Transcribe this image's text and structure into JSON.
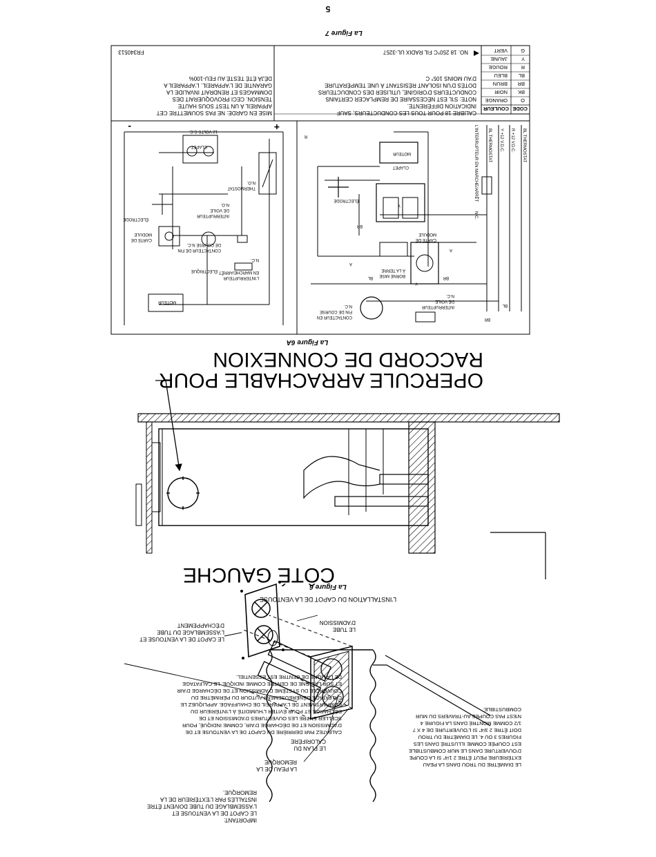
{
  "page_number": "5",
  "important_note": {
    "lines": [
      "IMPORTANT:",
      "LE CAPOT DE LA VENTOUSE ET",
      "L'ASSEMBLAGE DU TUBE DOIVENT ÊTRE",
      "INSTALLÉS PAR L'EXTÉRIEUR DE LA",
      "REMORQUE."
    ]
  },
  "fig6_labels": {
    "skin": [
      "LA PEAU DE LA",
      "REMORQUE"
    ],
    "plane": [
      "LE PLAN DU",
      "CALORIFÈRE"
    ],
    "caulk": [
      "CALFATEZ PAR DERRIÈRE DU CAPOT DE LA VENTOUSE ET DE",
      "D'ADMISSION ET DE DÉCHARGE D'AIR, COMME INDIQUÉ, POUR",
      "SCELLER ENTRE LES OUVERTURES D'ADMISSION ET DE",
      "DÉCHARGE ET POUR ÉVITER L'HUMIDITÉ À L'INTÉRIEUR DU",
      "COMPARTIMENT DE L'APPAREIL DE CHAUFFAGE. APPLIQUEZ LE",
      "CALFATAGE GÉNÉREUSEMENT AUTOUR DU PÉRIMÈTRE DU",
      "COUVERCLE DU SYSTÈME D'ADMISSION ET DE DÉCHARGE D'AIR",
      "ET SUR LA LIGNE DE CENTRE COMME INDIQUÉ. LE CALFATAGE",
      "DE LA LIGNE DE CENTRE EST ESSENTIEL."
    ],
    "hole": [
      "LE DIAMÈTRE DU TROU DANS LA PEAU",
      "EXTÉRIEURE PEUT ÊTRE 2 1/4\" SI LA COUPE",
      "D'OUVERTURE DANS LE MUR COMBUSTIBLE",
      "EST COUPÉE COMME ILLUSTRÉ DANS LES",
      "FIGURES 3 OU 4. LE DIAMÈTRE DU TROU",
      "DOIT ÊTRE 2 3/4\" SI L'OUVERTURE DE 4 X 7",
      "1/2 COMME MONTRÉ DANS LA FIGURE 4",
      "N'EST PAS COUPÉE AU-TRAVERS DU MUR",
      "COMBUSTIBLE."
    ],
    "cap": [
      "LE CAPOT DE LA VENTOUSE ET",
      "L'ASSEMBLAGE DU TUBE",
      "D'ÉCHAPPEMENT"
    ],
    "tube": [
      "LE TUBE",
      "D'ADMISSION"
    ]
  },
  "fig6_caption": "L'INSTALLATION DU CAPOT DE LA VENTOUSE",
  "fig6_title": "La Figure 6",
  "side_label": "CÔTÉ GAUCHE",
  "knockout_label": [
    "OPERCULE ARRACHABLE POUR",
    "RACCORD DE CONNEXION"
  ],
  "fig6a_title": "La Figure 6A",
  "fig7_title": "La Figure 7",
  "code_table": {
    "headers": [
      "CODE",
      "COULEUR"
    ],
    "rows": [
      [
        "O",
        "ORANGE"
      ],
      [
        "BK",
        "NOIR"
      ],
      [
        "BR",
        "BRUN"
      ],
      [
        "BL",
        "BLEU"
      ],
      [
        "R",
        "ROUGE"
      ],
      [
        "Y",
        "JAUNE"
      ],
      [
        "G",
        "VERT"
      ]
    ]
  },
  "wire_notes": {
    "radix": "NO. 18 250°C FIL RADIX UL-3257",
    "calibre": [
      "CALIBRE 18 POUR TOUS LES CONDUCTEURS, SAUF",
      "INDICATION DIFFÉRENTE.",
      "NOTE: S'IL EST NÉCESSAIRE DE REMPLACER CERTAINS",
      "CONDUCTEURS D'ORIGINE, UTILISER DES CONDUCTEURS",
      "DOTÉS D'UN ISOLANT RÉSISTANT À UNE TEMPÉRATURE",
      "D'AU MOINS 105° C"
    ]
  },
  "warning": [
    "MISE EN GARDE: NE PAS SOUMETTRE CET",
    "APPAREIL À UN TEST SOUS HAUTE",
    "TENSION. CECI PROVOQUERAIT DES",
    "DOMMAGES ET RENDRAIT INVALIDE LA",
    "GARANTIE DE L'APPAREIL. L'APPAREIL A",
    "DÉJÀ ÉTÉ TESTÉ AU FEU-100%"
  ],
  "part_number": "FR340513",
  "left_diagram": {
    "bl_thermostat": "BL THERMOSTAT",
    "r_vdc": "R +12 V.D.C.",
    "y_vdc": "Y +12 V.D.C.",
    "bl_thermostat2": "BL THERMOSTAT",
    "switch": "L'INTERRUPTEUR EN MARCHE/ARRÊT",
    "nc": "N.C.",
    "moteur": "MOTEUR",
    "clapet": "CLAPET",
    "electrode": "ÉLECTRODE",
    "carte": [
      "CARTE DE",
      "MODULE"
    ],
    "borne": [
      "BORNE MISE",
      "À LA TERRE"
    ],
    "interrupteur_voile": [
      "INTERRUPTEUR",
      "DE VOILE",
      "N.C."
    ],
    "contacteur": [
      "CONTACTEUR EN",
      "FIN DE COURSE",
      "N.C."
    ],
    "wire_bl": "BL",
    "wire_br": "BR",
    "wire_y": "Y",
    "wire_r": "R",
    "wire_a": "A"
  },
  "right_diagram": {
    "volts": "12 VOLTS C.C.",
    "plus": "+",
    "minus": "-",
    "clapet": "CLAPET",
    "thermostat": [
      "THERMOSTAT",
      "N.O."
    ],
    "electrode": "ÉLECTRODE",
    "interrupteur_voile": [
      "INTERRUPTEUR",
      "DE VOILE",
      "N.O."
    ],
    "carte": [
      "CARTE DE",
      "MODULE"
    ],
    "contacteur": [
      "CONTACTEUR DE FIN",
      "DE COURSE N.C."
    ],
    "switch": [
      "L'INTERRUPTEUR",
      "EN MARCHE/ARRÊT",
      "N.C."
    ],
    "electrique": "ÉLECTRIQUE",
    "moteur": "MOTEUR"
  }
}
